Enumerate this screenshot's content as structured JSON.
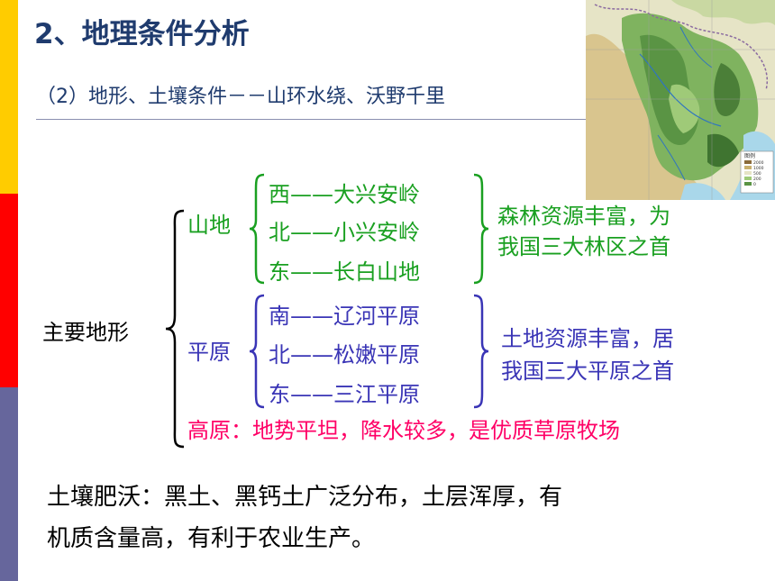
{
  "heading": {
    "title": "2、地理条件分析"
  },
  "subheading": {
    "text": "（2）地形、土壤条件－－山环水绕、沃野千里"
  },
  "map": {
    "legend_title": "图例",
    "legend_items": [
      "2000",
      "1000",
      "500",
      "200",
      "0"
    ],
    "sea_color": "#a9d7ea",
    "land_color": "#5f9e4a"
  },
  "outline": {
    "root_label": "主要地形",
    "mountains": {
      "label": "山地",
      "items": [
        "西——大兴安岭",
        "北——小兴安岭",
        "东——长白山地"
      ],
      "note_line1": "森林资源丰富，为",
      "note_line2": "我国三大林区之首"
    },
    "plains": {
      "label": "平原",
      "items": [
        "南——辽河平原",
        "北——松嫩平原",
        "东——三江平原"
      ],
      "note_line1": "土地资源丰富，居",
      "note_line2": "我国三大平原之首"
    },
    "plateau": {
      "text": "高原：地势平坦，降水较多，是优质草原牧场"
    }
  },
  "soil": {
    "line1": "土壤肥沃：黑土、黑钙土广泛分布，土层浑厚，有",
    "line2": "机质含量高，有利于农业生产。"
  },
  "colors": {
    "mountain_text": "#1aa021",
    "plain_text": "#3a35b6",
    "plateau_text": "#ff0066",
    "title_text": "#1f3b6e"
  }
}
